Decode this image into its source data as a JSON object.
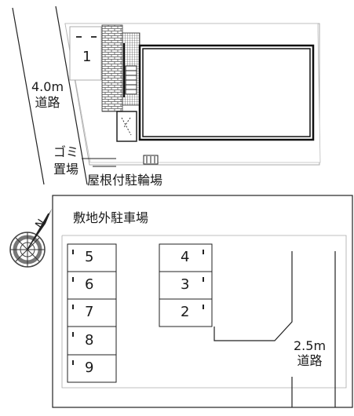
{
  "map": {
    "unit_label": "1",
    "road_upper": {
      "width": "4.0m",
      "name": "道路"
    },
    "road_lower": {
      "width": "2.5m",
      "name": "道路"
    },
    "garbage_area": {
      "line1": "ゴミ",
      "line2": "置場"
    },
    "bicycle_parking": "屋根付駐輪場",
    "offsite_parking_title": "敷地外駐車場",
    "compass_icon": "compass-rose-icon",
    "parking_spaces": [
      "5",
      "6",
      "7",
      "8",
      "9",
      "4",
      "3",
      "2"
    ]
  }
}
